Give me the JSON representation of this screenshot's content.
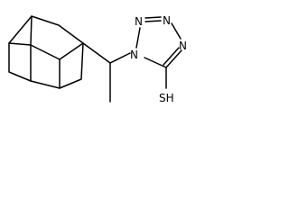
{
  "structure": {
    "atoms": {
      "n1": "N",
      "n2": "N",
      "n3": "N",
      "n4": "N",
      "sh": "SH"
    }
  }
}
